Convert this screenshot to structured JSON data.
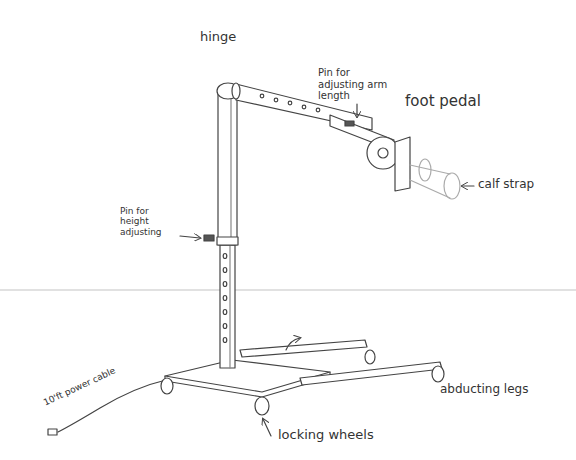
{
  "diagram": {
    "labels": [
      "hinge",
      "Pin for adjusting arm length",
      "foot pedal",
      "calf strap",
      "Pin for height adjusting",
      "10'ft power cable",
      "locking wheels",
      "abducting legs"
    ]
  }
}
